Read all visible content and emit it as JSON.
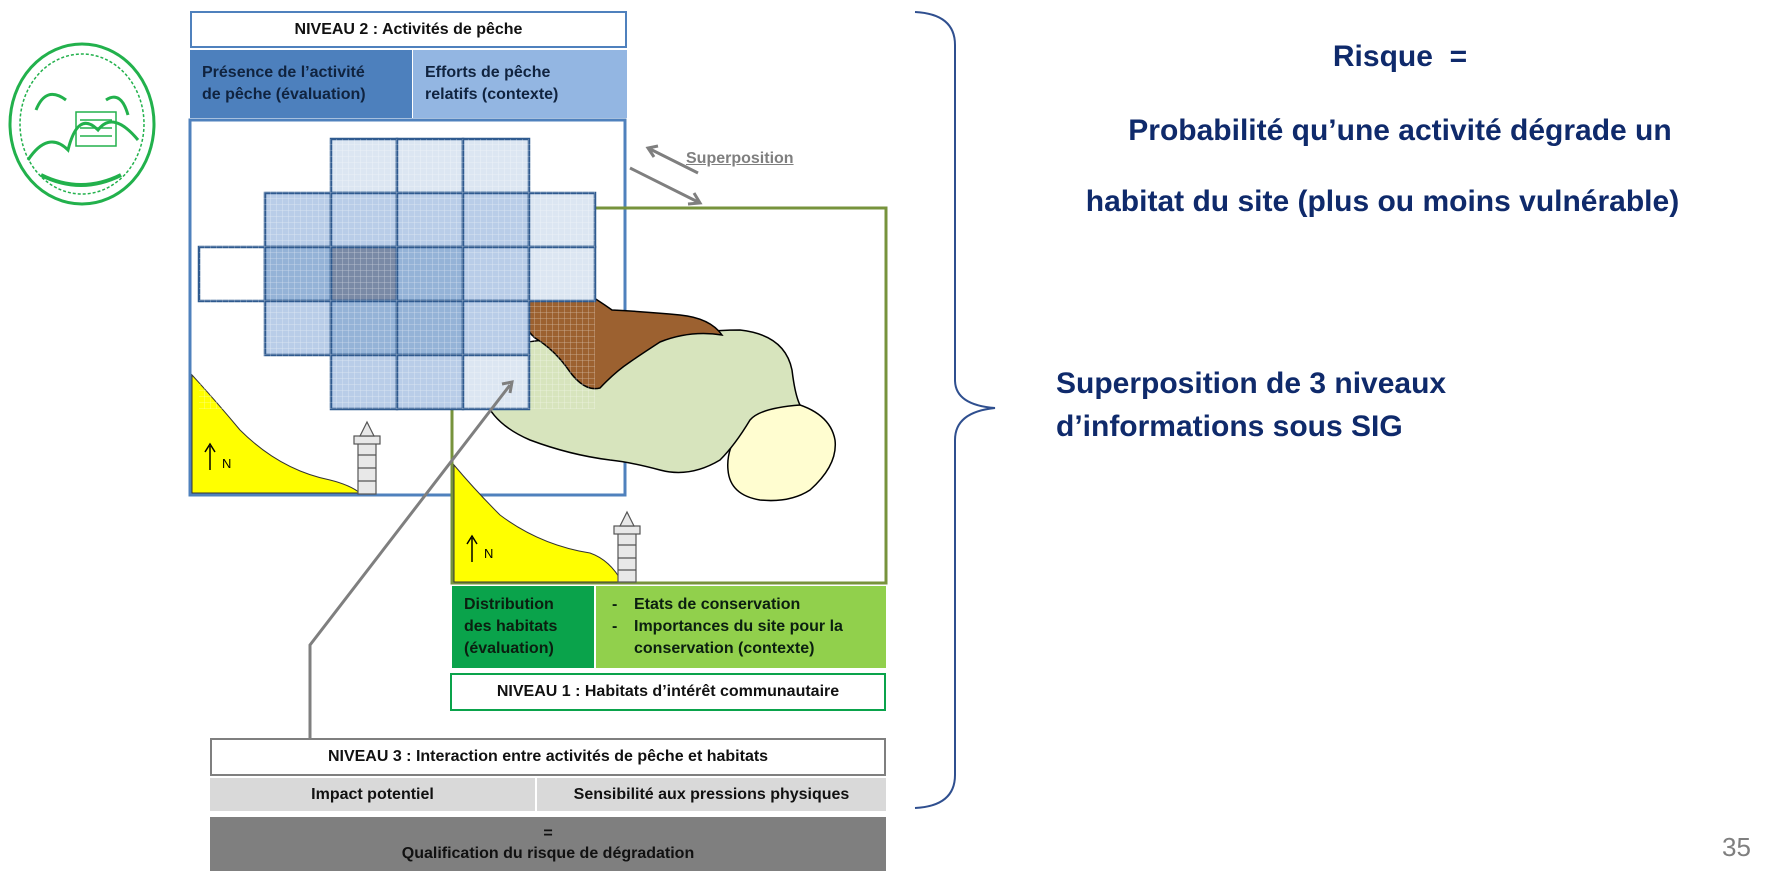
{
  "niveau2": {
    "title": "NIVEAU 2 : Activités de pêche",
    "presence_line1": "Présence de l’activité",
    "presence_line2": "de pêche (évaluation)",
    "efforts_line1": "Efforts de pêche",
    "efforts_line2": "relatifs (contexte)"
  },
  "niveau1": {
    "title": "NIVEAU 1 : Habitats d’intérêt communautaire",
    "distribution_line1": "Distribution",
    "distribution_line2": "des habitats",
    "distribution_line3": "(évaluation)",
    "bullets": [
      "Etats de conservation",
      "Importances du site pour la conservation (contexte)"
    ]
  },
  "niveau3": {
    "title": "NIVEAU 3 : Interaction entre activités de pêche et habitats",
    "impact": "Impact potentiel",
    "sensibilite": "Sensibilité aux pressions physiques",
    "equals": "=",
    "qualification": "Qualification du risque de dégradation"
  },
  "map": {
    "superposition_label": "Superposition",
    "north_label": "N"
  },
  "right": {
    "risque": "Risque  =",
    "definition_line1": "Probabilité qu’une activité dégrade un",
    "definition_line2": "habitat du site (plus ou moins vulnérable)",
    "superposition_line1": "Superposition de 3 niveaux",
    "superposition_line2": "d’informations sous SIG"
  },
  "slide_number": "35",
  "colors": {
    "navy_text": "#0f2a6b",
    "map_blue_border": "#4f81bd",
    "map_green_border": "#77933c",
    "coast_yellow": "#ffff00",
    "habitat_brown": "#9c6130",
    "habitat_pale_green": "#d7e4bd",
    "habitat_cream": "#fffdd0"
  }
}
